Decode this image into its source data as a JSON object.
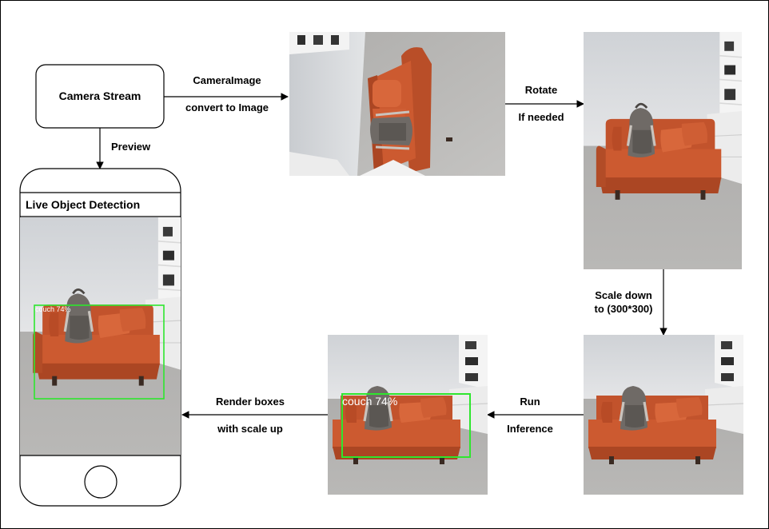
{
  "diagram": {
    "nodes": {
      "camera_stream": "Camera Stream",
      "phone_title": "Live Object Detection"
    },
    "edges": {
      "preview": "Preview",
      "camera_image": "CameraImage",
      "convert": "convert to Image",
      "rotate": "Rotate",
      "if_needed": "If needed",
      "scale_down": "Scale down",
      "scale_size": "to (300*300)",
      "run": "Run",
      "inference": "Inference",
      "render_boxes": "Render boxes",
      "with_scale_up": "with scale up"
    },
    "detections": {
      "phone_label": "couch 74%",
      "result_label": "couch 74%",
      "box_color": "#2ee62e"
    }
  }
}
